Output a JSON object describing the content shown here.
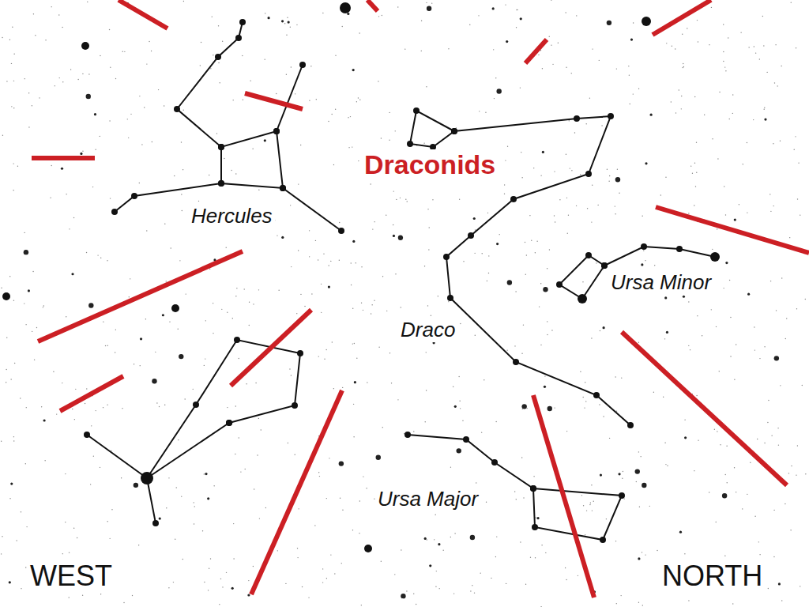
{
  "diagram": {
    "labels": [
      "Draconids",
      "Hercules",
      "Ursa Minor",
      "Draco",
      "Ursa Major",
      "WEST",
      "NORTH"
    ]
  }
}
